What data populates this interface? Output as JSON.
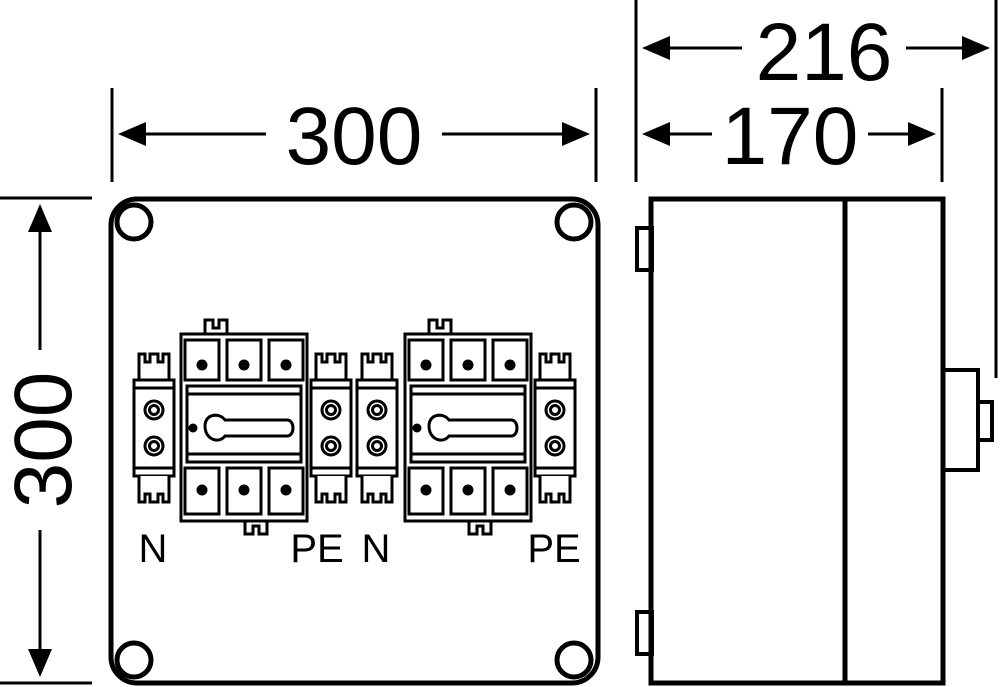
{
  "dimensions": {
    "front_width": "300",
    "front_height": "300",
    "side_total_depth": "216",
    "side_body_depth": "170"
  },
  "labels": {
    "left_n": "N",
    "left_pe": "PE",
    "right_n": "N",
    "right_pe": "PE"
  },
  "colors": {
    "line": "#000000",
    "background": "#ffffff",
    "component_fill": "#ffffff"
  }
}
